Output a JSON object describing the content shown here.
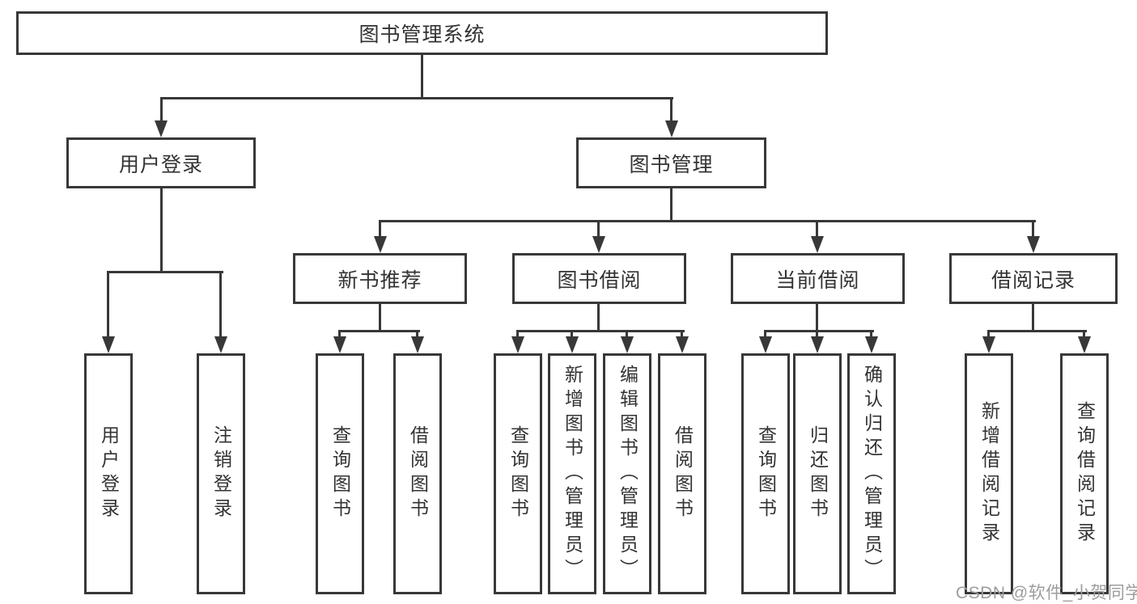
{
  "diagram": {
    "root": {
      "label": "图书管理系统"
    },
    "level2": [
      {
        "label": "用户登录",
        "children": [
          {
            "label": "用户登录"
          },
          {
            "label": "注销登录"
          }
        ]
      },
      {
        "label": "图书管理",
        "children": [
          {
            "label": "新书推荐",
            "children": [
              {
                "label": "查询图书"
              },
              {
                "label": "借阅图书"
              }
            ]
          },
          {
            "label": "图书借阅",
            "children": [
              {
                "label": "查询图书"
              },
              {
                "label": "新增图书（管理员）"
              },
              {
                "label": "编辑图书（管理员）"
              },
              {
                "label": "借阅图书"
              }
            ]
          },
          {
            "label": "当前借阅",
            "children": [
              {
                "label": "查询图书"
              },
              {
                "label": "归还图书"
              },
              {
                "label": "确认归还（管理员）"
              }
            ]
          },
          {
            "label": "借阅记录",
            "children": [
              {
                "label": "新增借阅记录"
              },
              {
                "label": "查询借阅记录"
              }
            ]
          }
        ]
      }
    ]
  },
  "watermark": {
    "text": "CSDN @软件_小贺同学"
  },
  "colors": {
    "line": "#383838",
    "box_border": "#383838",
    "text": "#333333",
    "watermark": "#9d9d9d",
    "background": "#ffffff"
  }
}
